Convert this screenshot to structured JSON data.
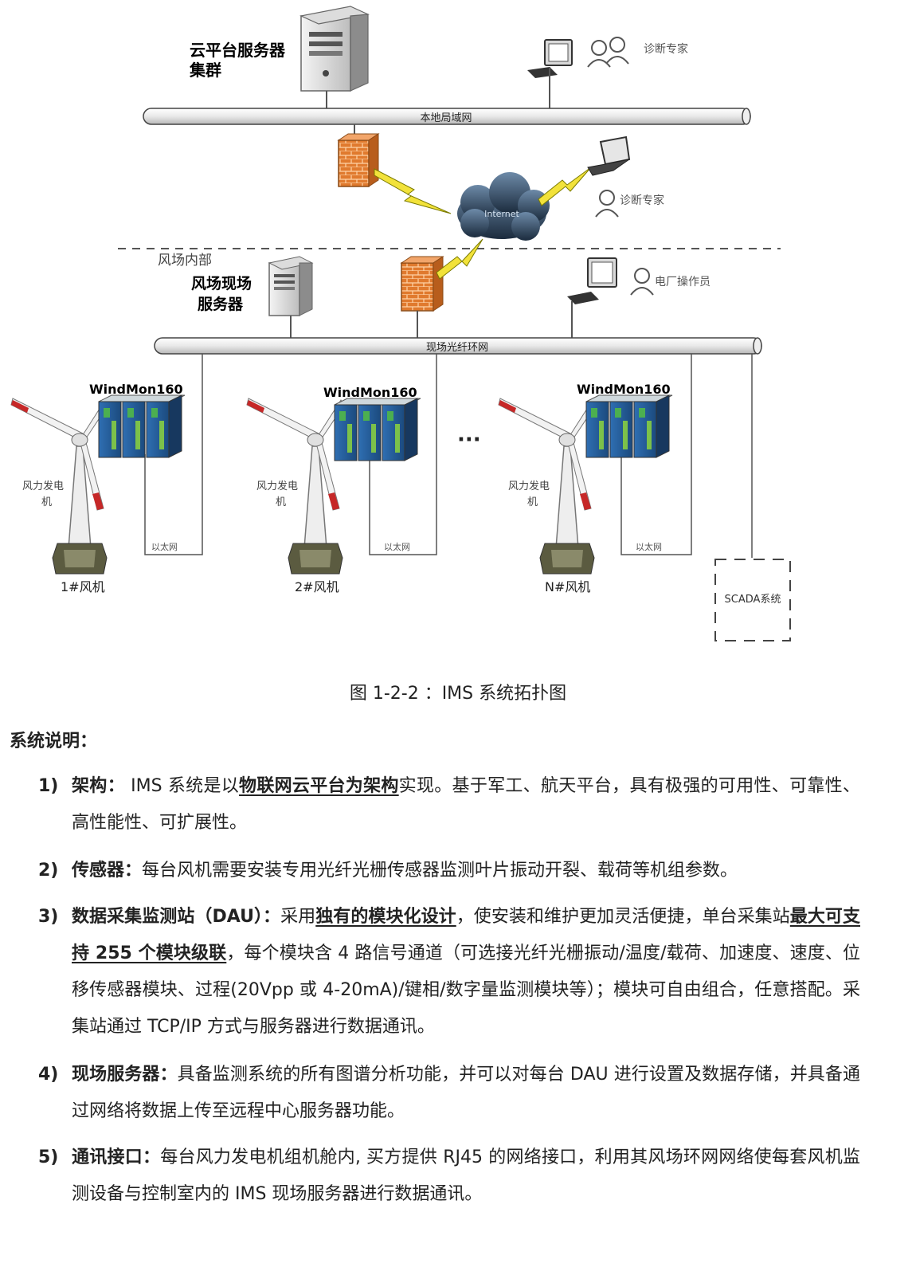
{
  "diagram": {
    "cloud_server_line1": "云平台服务器",
    "cloud_server_line2": "集群",
    "diag_expert_1": "诊断专家",
    "lan_label": "本地局域网",
    "internet_label": "Internet",
    "diag_expert_2": "诊断专家",
    "wind_farm_inside": "风场内部",
    "farm_server_line1": "风场现场",
    "farm_server_line2": "服务器",
    "plant_operator": "电厂操作员",
    "fiber_ring_label": "现场光纤环网",
    "windmon_label": "WindMon160",
    "ellipsis": "···",
    "turbine_label_line1": "风力发电",
    "turbine_label_line2": "机",
    "ethernet_label": "以太网",
    "turbine_1": "1#风机",
    "turbine_2": "2#风机",
    "turbine_n": "N#风机",
    "scada": "SCADA系统"
  },
  "caption": "图 1-2-2 ：IMS 系统拓扑图",
  "section_title": "系统说明：",
  "items": [
    {
      "num": "1)",
      "label": "架构：",
      "t1": " IMS 系统是以",
      "u1": "物联网云平台为架构",
      "t2": "实现。基于军工、航天平台，具有极强的可用性、可靠性、高性能性、可扩展性。"
    },
    {
      "num": "2)",
      "label": "传感器：",
      "t1": "每台风机需要安装专用光纤光栅传感器监测叶片振动开裂、载荷等机组参数。"
    },
    {
      "num": "3)",
      "label": "数据采集监测站（DAU）：",
      "t1": "采用",
      "u1": "独有的模块化设计",
      "t2": "，使安装和维护更加灵活便捷，单台采集站",
      "u2": "最大可支持 255 个模块级联",
      "t3": "，每个模块含 4 路信号通道（可选接光纤光栅振动/温度/载荷、加速度、速度、位移传感器模块、过程(20Vpp 或 4-20mA)/键相/数字量监测模块等）；模块可自由组合，任意搭配。采集站通过 TCP/IP 方式与服务器进行数据通讯。"
    },
    {
      "num": "4)",
      "label": "现场服务器：",
      "t1": "具备监测系统的所有图谱分析功能，并可以对每台 DAU 进行设置及数据存储，并具备通过网络将数据上传至远程中心服务器功能。"
    },
    {
      "num": "5)",
      "label": "通讯接口：",
      "t1": "每台风力发电机组机舱内, 买方提供 RJ45 的网络接口，利用其风场环网网络使每套风机监测设备与控制室内的 IMS 现场服务器进行数据通讯。"
    }
  ]
}
